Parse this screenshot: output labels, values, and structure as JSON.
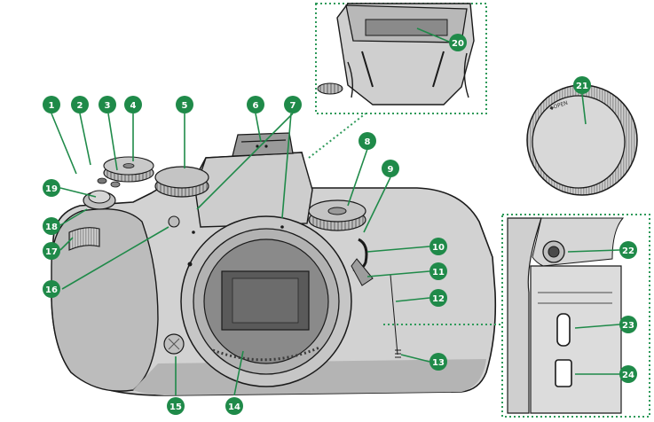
{
  "callouts": [
    "1",
    "2",
    "3",
    "4",
    "5",
    "6",
    "7",
    "8",
    "9",
    "10",
    "11",
    "12",
    "13",
    "14",
    "15",
    "16",
    "17",
    "18",
    "19",
    "20",
    "21",
    "22",
    "23",
    "24"
  ],
  "body_cap_text": "◆OPEN",
  "colors": {
    "callout_fill": "#1f8a49",
    "callout_text": "#ffffff",
    "leader": "#1f8a49",
    "inset_border": "#2e9a5a",
    "camera_body": "#d2d2d2",
    "camera_shadow": "#9a9a9a",
    "outline": "#1a1a1a",
    "sensor": "#5a5a5a"
  }
}
